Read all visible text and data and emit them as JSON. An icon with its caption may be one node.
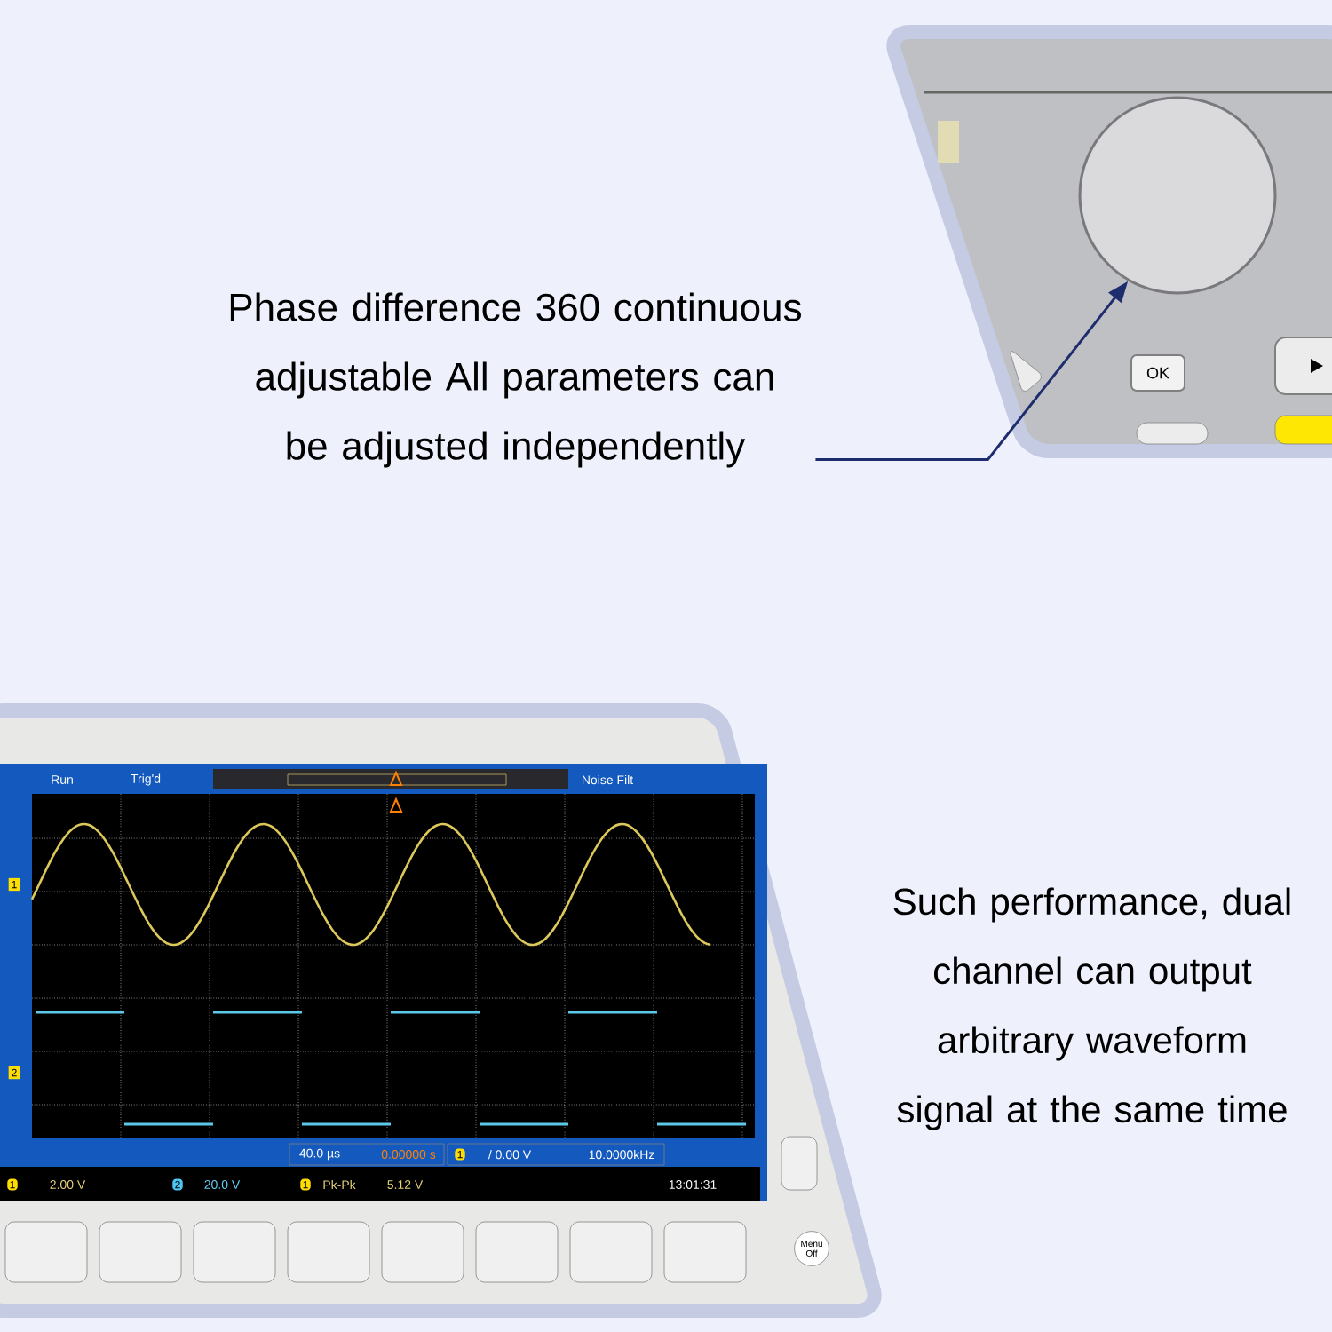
{
  "diagram": {
    "nodes": [
      {
        "text": [
          "Phase difference 360 continuous adjustable All parameters can be adjusted independently"
        ]
      },
      {
        "text": [],
        "shape": "circle"
      }
    ],
    "edges": [
      {
        "from": 0,
        "to": 1,
        "arrow": "to"
      }
    ],
    "labels": [
      "Such performance, dual channel can output arbitrary waveform signal at the same time",
      "OK",
      "Run",
      "Trig'd",
      "Noise Filt",
      "1",
      "2",
      "40.0 µs",
      "0.00000 s",
      "1",
      "/ 0.00 V",
      "10.0000kHz",
      "1",
      "2.00 V",
      "2",
      "20.0 V",
      "1",
      "Pk-Pk",
      "5.12 V",
      "13:01:31",
      "Menu Off"
    ]
  }
}
